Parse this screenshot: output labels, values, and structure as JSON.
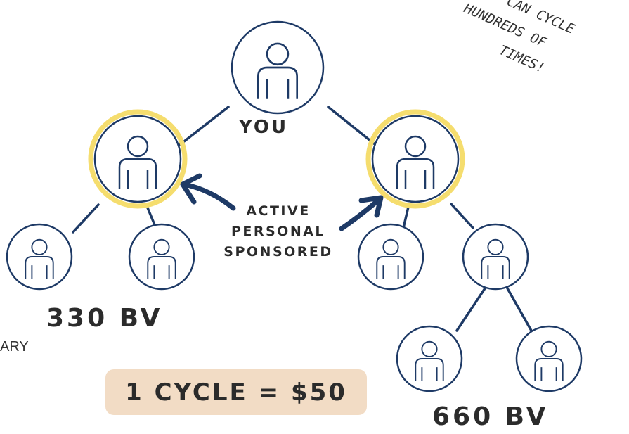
{
  "labels": {
    "you": "YOU",
    "active_lines": [
      "ACTIVE",
      "PERSONAL",
      "SPONSORED"
    ],
    "left_bv": "330 BV",
    "right_bv": "660 BV",
    "cut_text": "ARY"
  },
  "badge": {
    "text": "1 CYCLE = $50"
  },
  "note": {
    "lines": [
      "YOU CAN CYCLE",
      "HUNDREDS OF",
      "TIMES!"
    ]
  },
  "colors": {
    "navy": "#1e3a66",
    "highlight_ring": "#f5dd6e",
    "badge_bg": "#f2dcc5",
    "text": "#2b2b2b"
  },
  "icons": {
    "node": "person-icon",
    "arrow": "curved-arrow-icon"
  }
}
